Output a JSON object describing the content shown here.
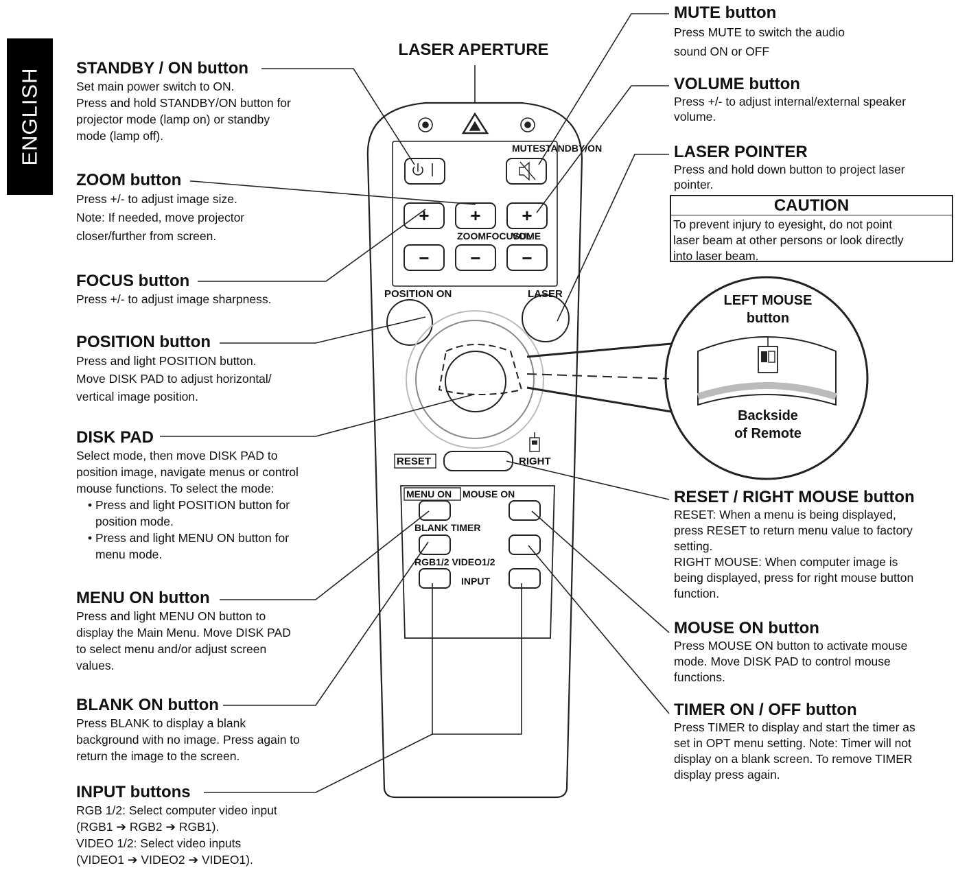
{
  "side_tab": "ENGLISH",
  "remote": {
    "laser_aperture": "LASER APERTURE",
    "mute_standby": "MUTESTANDBY/ON",
    "zoom_focus_volume": "ZOOMFOCUSUME",
    "volume_overlap": "VOL",
    "position_on": "POSITION ON",
    "laser": "LASER",
    "reset": "RESET",
    "right": "RIGHT",
    "menu_on": "MENU ON",
    "mouse_on": "MOUSE ON",
    "blank_timer": "BLANK TIMER",
    "rgb_video": "RGB1/2 VIDEO1/2",
    "input": "INPUT",
    "plus": "+",
    "minus": "−"
  },
  "inset": {
    "title_line1": "LEFT MOUSE",
    "title_line2": "button",
    "bottom_line1": "Backside",
    "bottom_line2": "of Remote"
  },
  "left_callouts": {
    "standby": {
      "title": "STANDBY / ON button",
      "lines": [
        "Set main power switch to ON.",
        "Press and hold STANDBY/ON button for",
        "projector mode (lamp on) or standby",
        "mode (lamp off)."
      ]
    },
    "zoom": {
      "title": "ZOOM button",
      "lines": [
        "Press +/- to adjust image size.",
        "Note: If needed, move projector",
        "closer/further from screen."
      ]
    },
    "focus": {
      "title": "FOCUS button",
      "lines": [
        "Press +/- to adjust image sharpness."
      ]
    },
    "position": {
      "title": "POSITION button",
      "lines": [
        "Press and light POSITION button.",
        "Move DISK PAD to adjust horizontal/",
        "vertical image position."
      ]
    },
    "disk_pad": {
      "title": "DISK PAD",
      "lines": [
        "Select mode, then move DISK PAD to",
        "position image, navigate menus or control",
        "mouse functions. To select the mode:"
      ],
      "bullet1_a": "• Press and light POSITION button for",
      "bullet1_b": "position mode.",
      "bullet2_a": "• Press and light MENU ON button for",
      "bullet2_b": "menu mode."
    },
    "menu_on": {
      "title": "MENU ON button",
      "lines": [
        "Press and light MENU ON button to",
        "display the Main Menu. Move DISK PAD",
        "to select menu and/or adjust screen",
        "values."
      ]
    },
    "blank_on": {
      "title": "BLANK ON button",
      "lines": [
        "Press BLANK to display a blank",
        "background with no image. Press again to",
        "return the image to the screen."
      ]
    },
    "input": {
      "title": "INPUT buttons",
      "lines": [
        "RGB 1/2: Select computer video input",
        "(RGB1 ➔ RGB2 ➔ RGB1).",
        "VIDEO 1/2: Select video inputs",
        "(VIDEO1 ➔ VIDEO2 ➔ VIDEO1)."
      ]
    }
  },
  "right_callouts": {
    "mute": {
      "title": "MUTE button",
      "lines": [
        "Press MUTE to switch the audio",
        "sound ON or OFF"
      ]
    },
    "volume": {
      "title": "VOLUME button",
      "lines": [
        "Press +/- to adjust internal/external speaker",
        "volume."
      ]
    },
    "laser_pointer": {
      "title": "LASER POINTER",
      "lines": [
        "Press and hold down button to project laser",
        "pointer."
      ]
    },
    "caution": {
      "title": "CAUTION",
      "lines": [
        "To prevent injury to eyesight, do not point",
        "laser beam at other persons or look directly",
        "into laser beam."
      ]
    },
    "reset_right": {
      "title": "RESET / RIGHT MOUSE button",
      "lines": [
        "RESET: When a menu is being displayed,",
        "press RESET to return menu value to factory",
        "setting.",
        "RIGHT MOUSE: When computer image is",
        "being displayed, press for right mouse button",
        "function."
      ]
    },
    "mouse_on": {
      "title": "MOUSE ON button",
      "lines": [
        "Press MOUSE ON button to activate mouse",
        "mode. Move DISK PAD to control mouse",
        "functions."
      ]
    },
    "timer": {
      "title": "TIMER ON / OFF button",
      "lines": [
        "Press TIMER to display and start the timer as",
        "set in OPT menu setting. Note: Timer will not",
        "display on a blank screen. To remove TIMER",
        "display press again."
      ]
    }
  }
}
